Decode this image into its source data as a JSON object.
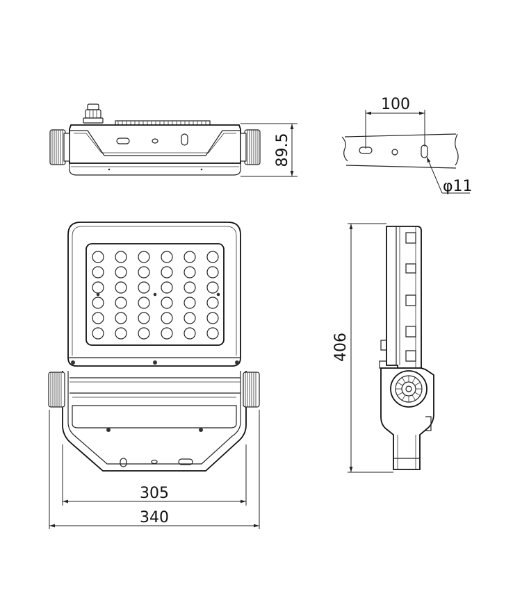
{
  "dimensions": {
    "top_height": "89.5",
    "bracket_hole_spacing": "100",
    "hole_diameter": "φ11",
    "side_height": "406",
    "inner_width": "305",
    "overall_width": "340"
  },
  "led_grid": {
    "rows": 6,
    "cols": 6
  }
}
